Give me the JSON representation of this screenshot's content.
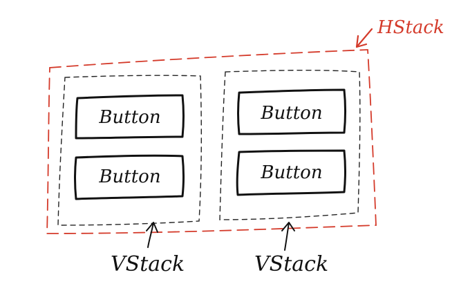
{
  "colors": {
    "ink": "#111111",
    "accent": "#d43a2a",
    "background": "#ffffff"
  },
  "outer_stack": {
    "label": "HStack",
    "border": "dashed",
    "color": "#d43a2a"
  },
  "inner_stacks": [
    {
      "label": "VStack",
      "buttons": [
        {
          "label": "Button"
        },
        {
          "label": "Button"
        }
      ]
    },
    {
      "label": "VStack",
      "buttons": [
        {
          "label": "Button"
        },
        {
          "label": "Button"
        }
      ]
    }
  ]
}
